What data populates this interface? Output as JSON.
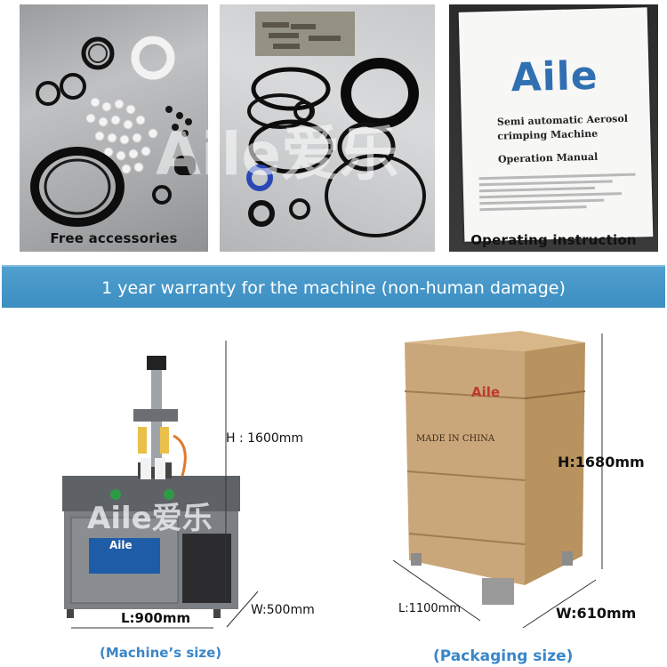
{
  "panels": {
    "accessories_caption": "Free accessories",
    "instruction_caption": "Operating instruction"
  },
  "manual": {
    "brand": "Aile",
    "title_line1": "Semi automatic Aerosol",
    "title_line2": "crimping Machine",
    "title_line3": "Operation Manual"
  },
  "watermark": {
    "top": "Aile爱乐",
    "machine": "Aile爱乐"
  },
  "banner": {
    "text": "1 year warranty for the machine (non-human damage)"
  },
  "machine": {
    "height_label": "H : 1600mm",
    "length_label": "L:900mm",
    "width_label": "W:500mm",
    "caption": "(Machine’s size)",
    "plate_brand": "Aile"
  },
  "packaging": {
    "height_label": "H:1680mm",
    "length_label": "L:1100mm",
    "width_label": "W:610mm",
    "caption": "(Packaging size)",
    "crate_brand": "Aile",
    "crate_text": "MADE IN CHINA"
  },
  "colors": {
    "banner": "#3d8ec1",
    "caption_blue": "#3a86c8",
    "crate_wood": "#caa77a"
  }
}
